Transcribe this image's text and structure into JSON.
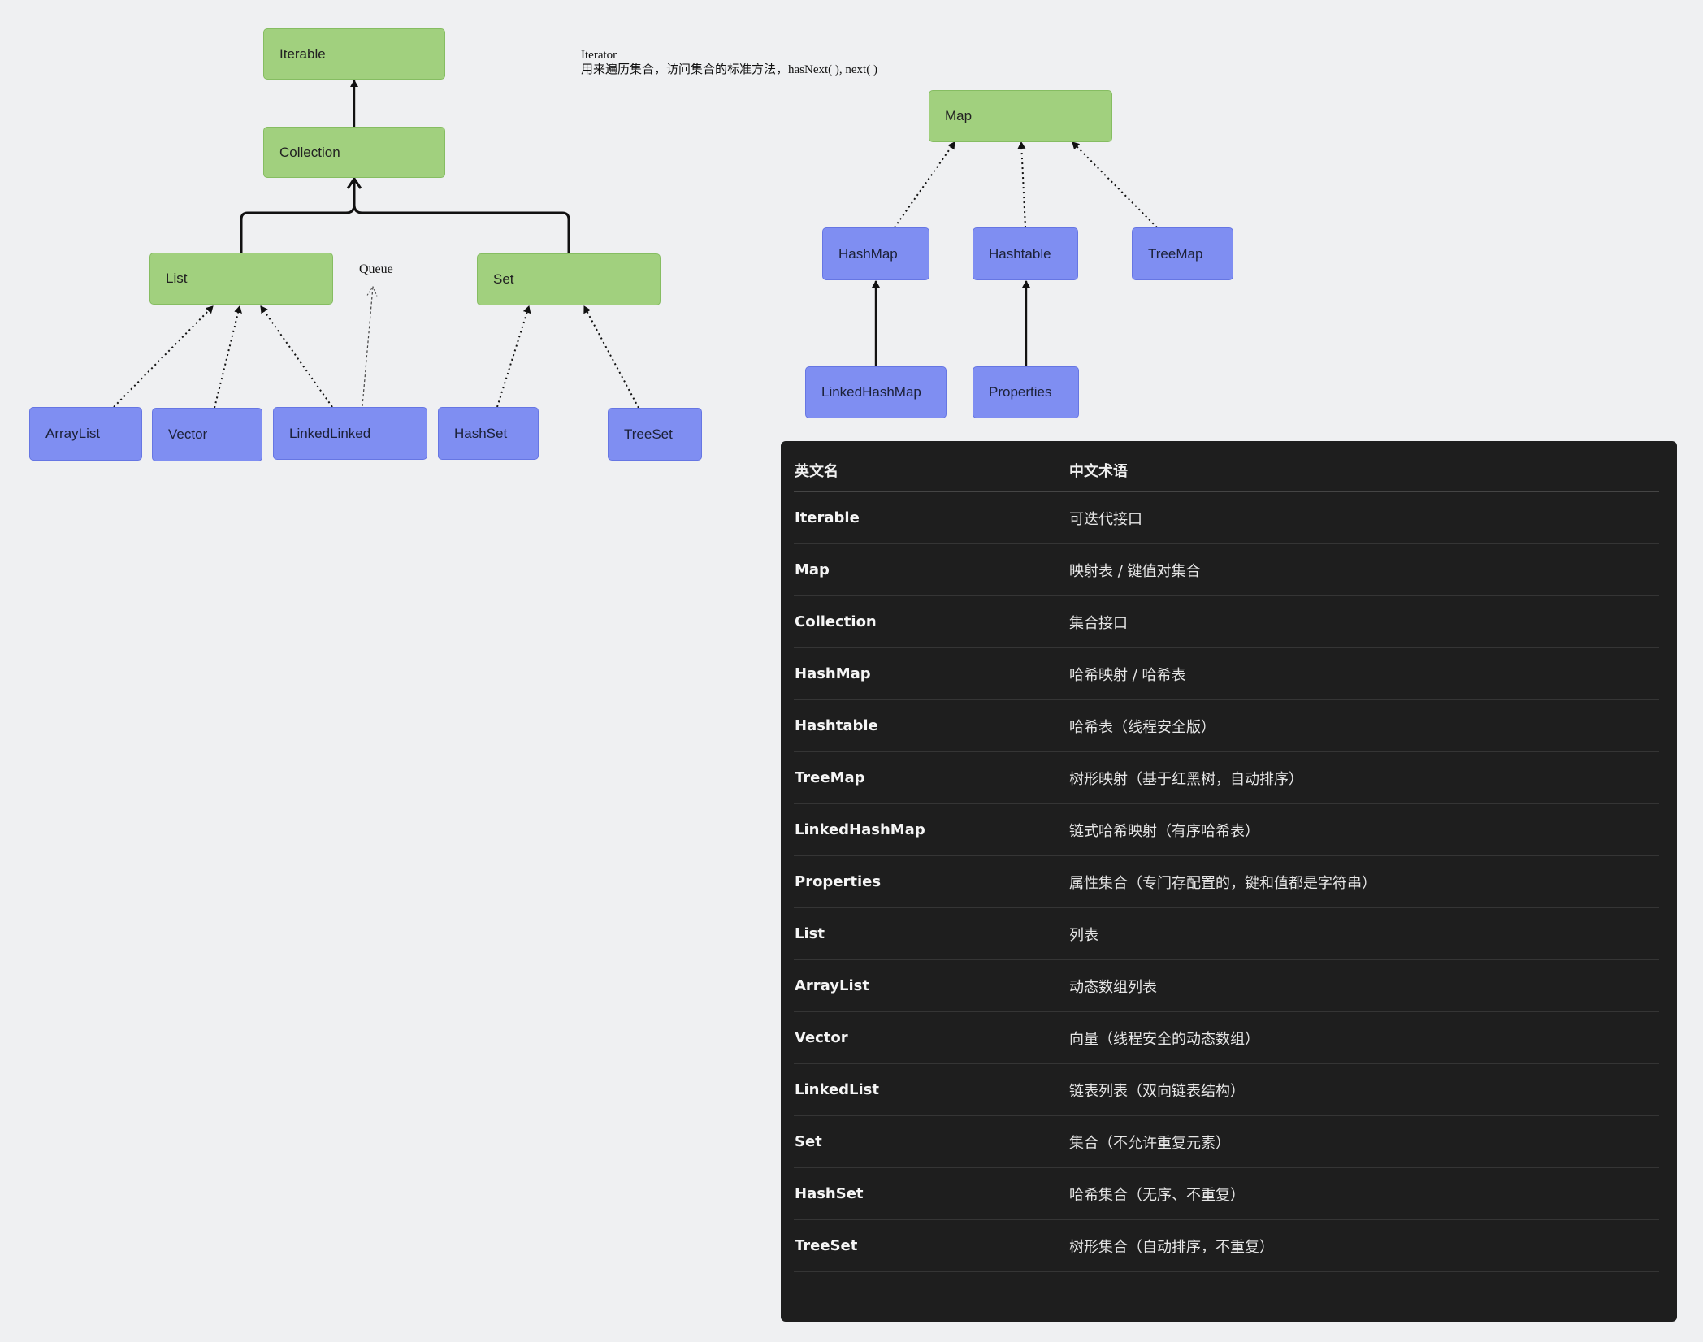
{
  "diagram": {
    "nodes": [
      {
        "id": "iterable",
        "label": "Iterable",
        "kind": "interface"
      },
      {
        "id": "collection",
        "label": "Collection",
        "kind": "interface"
      },
      {
        "id": "list",
        "label": "List",
        "kind": "interface"
      },
      {
        "id": "set",
        "label": "Set",
        "kind": "interface"
      },
      {
        "id": "map",
        "label": "Map",
        "kind": "interface"
      },
      {
        "id": "arraylist",
        "label": "ArrayList",
        "kind": "class"
      },
      {
        "id": "vector",
        "label": "Vector",
        "kind": "class"
      },
      {
        "id": "linkedlinked",
        "label": "LinkedLinked",
        "kind": "class"
      },
      {
        "id": "hashset",
        "label": "HashSet",
        "kind": "class"
      },
      {
        "id": "treeset",
        "label": "TreeSet",
        "kind": "class"
      },
      {
        "id": "hashmap",
        "label": "HashMap",
        "kind": "class"
      },
      {
        "id": "hashtable",
        "label": "Hashtable",
        "kind": "class"
      },
      {
        "id": "treemap",
        "label": "TreeMap",
        "kind": "class"
      },
      {
        "id": "linkedhashmap",
        "label": "LinkedHashMap",
        "kind": "class"
      },
      {
        "id": "properties",
        "label": "Properties",
        "kind": "class"
      }
    ],
    "edges": [
      {
        "from": "collection",
        "to": "iterable",
        "style": "solid"
      },
      {
        "from": "list",
        "to": "collection",
        "style": "solid"
      },
      {
        "from": "set",
        "to": "collection",
        "style": "solid"
      },
      {
        "from": "arraylist",
        "to": "list",
        "style": "dotted"
      },
      {
        "from": "vector",
        "to": "list",
        "style": "dotted"
      },
      {
        "from": "linkedlinked",
        "to": "list",
        "style": "dotted"
      },
      {
        "from": "linkedlinked",
        "to": "queue",
        "style": "dashed-open"
      },
      {
        "from": "hashset",
        "to": "set",
        "style": "dotted"
      },
      {
        "from": "treeset",
        "to": "set",
        "style": "dotted"
      },
      {
        "from": "hashmap",
        "to": "map",
        "style": "dotted"
      },
      {
        "from": "hashtable",
        "to": "map",
        "style": "dotted"
      },
      {
        "from": "treemap",
        "to": "map",
        "style": "dotted"
      },
      {
        "from": "linkedhashmap",
        "to": "hashmap",
        "style": "solid"
      },
      {
        "from": "properties",
        "to": "hashtable",
        "style": "solid"
      }
    ],
    "queue_label": "Queue",
    "note": {
      "title": "Iterator",
      "text": "用来遍历集合，访问集合的标准方法，hasNext( ), next( )"
    },
    "colors": {
      "interface_fill": "#a1d07e",
      "class_fill": "#7f8ef2",
      "edge": "#111111"
    }
  },
  "glossary": {
    "headers": {
      "en": "英文名",
      "zh": "中文术语"
    },
    "rows": [
      {
        "en": "Iterable",
        "zh": "可迭代接口"
      },
      {
        "en": "Map",
        "zh": "映射表 / 键值对集合"
      },
      {
        "en": "Collection",
        "zh": "集合接口"
      },
      {
        "en": "HashMap",
        "zh": "哈希映射 / 哈希表"
      },
      {
        "en": "Hashtable",
        "zh": "哈希表（线程安全版）"
      },
      {
        "en": "TreeMap",
        "zh": "树形映射（基于红黑树，自动排序）"
      },
      {
        "en": "LinkedHashMap",
        "zh": "链式哈希映射（有序哈希表）"
      },
      {
        "en": "Properties",
        "zh": "属性集合（专门存配置的，键和值都是字符串）"
      },
      {
        "en": "List",
        "zh": "列表"
      },
      {
        "en": "ArrayList",
        "zh": "动态数组列表"
      },
      {
        "en": "Vector",
        "zh": "向量（线程安全的动态数组）"
      },
      {
        "en": "LinkedList",
        "zh": "链表列表（双向链表结构）"
      },
      {
        "en": "Set",
        "zh": "集合（不允许重复元素）"
      },
      {
        "en": "HashSet",
        "zh": "哈希集合（无序、不重复）"
      },
      {
        "en": "TreeSet",
        "zh": "树形集合（自动排序，不重复）"
      }
    ],
    "colors": {
      "background": "#1e1e1e",
      "text": "#f2f2f2"
    }
  }
}
